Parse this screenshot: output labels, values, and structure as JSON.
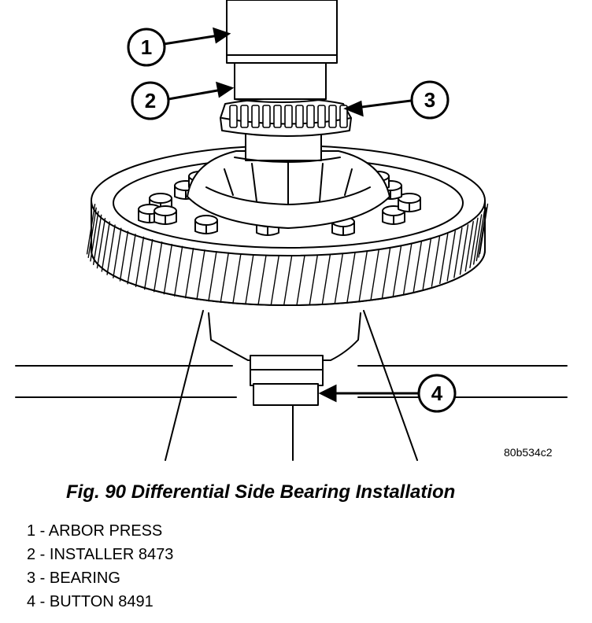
{
  "figure": {
    "code": "80b534c2",
    "callouts": [
      "1",
      "2",
      "3",
      "4"
    ]
  },
  "caption": "Fig. 90 Differential Side Bearing Installation",
  "legend": [
    "1 - ARBOR PRESS",
    "2 - INSTALLER 8473",
    "3 - BEARING",
    "4 - BUTTON 8491"
  ]
}
